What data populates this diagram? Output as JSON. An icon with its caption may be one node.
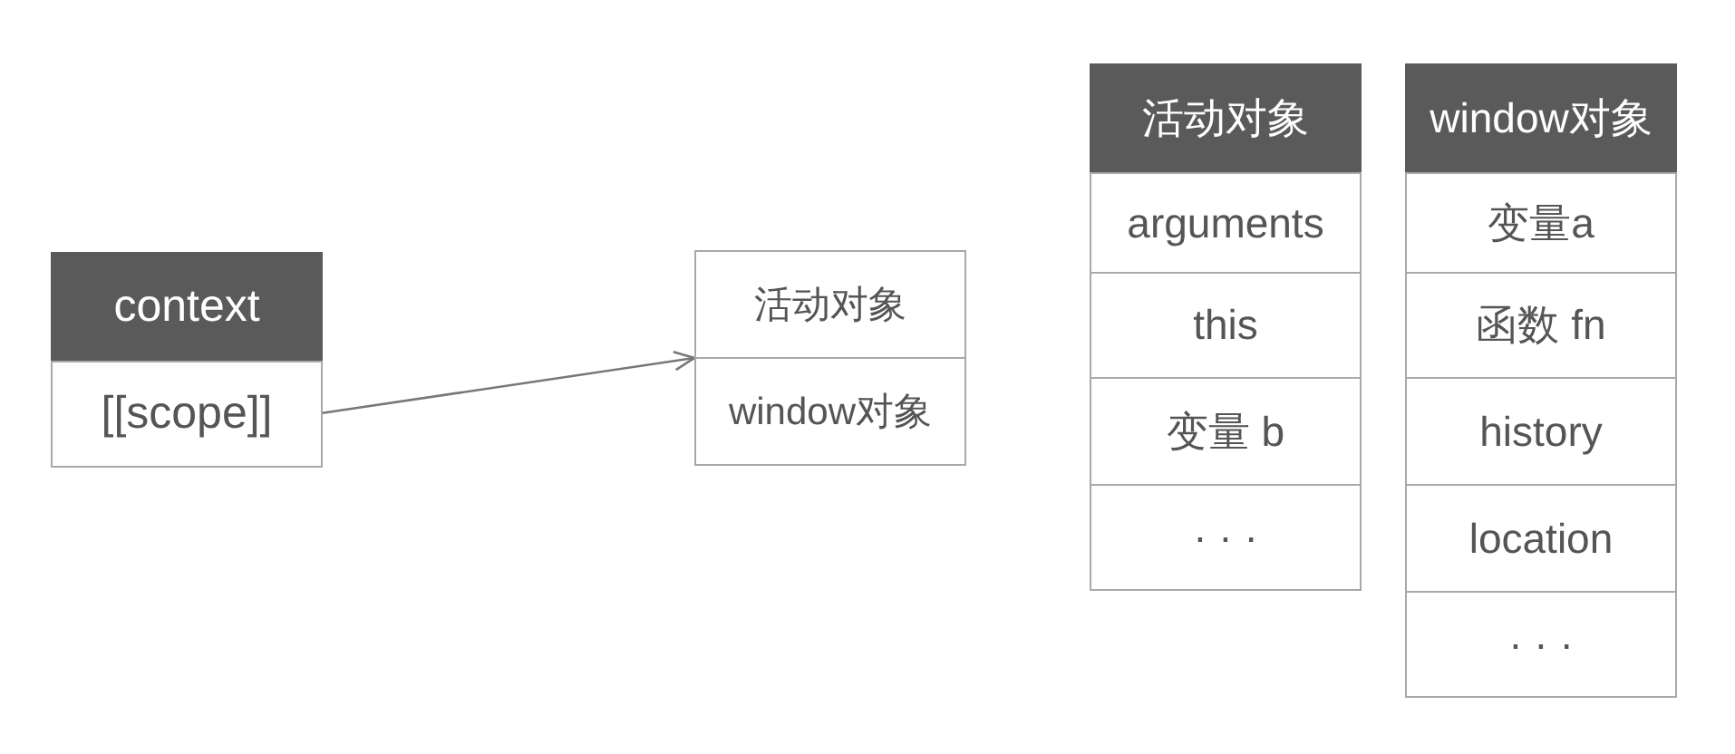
{
  "diagram": {
    "nodes": [
      {
        "text": [
          "context"
        ]
      },
      {
        "text": [
          "[[scope]]"
        ],
        "in": 0
      },
      {
        "text": [],
        "shape": "box"
      },
      {
        "text": [
          "活动对象"
        ],
        "in": 2
      },
      {
        "text": [
          "window对象"
        ],
        "in": 2
      },
      {
        "text": [
          "活动对象"
        ]
      },
      {
        "text": [
          "arguments"
        ],
        "in": 5
      },
      {
        "text": [
          "this"
        ],
        "in": 5
      },
      {
        "text": [
          "变量 b"
        ],
        "in": 5
      },
      {
        "text": [
          "· · ·"
        ],
        "in": 5
      },
      {
        "text": [
          "window对象"
        ]
      },
      {
        "text": [
          "变量a"
        ],
        "in": 10
      },
      {
        "text": [
          "函数 fn"
        ],
        "in": 10
      },
      {
        "text": [
          "history"
        ],
        "in": 10
      },
      {
        "text": [
          "location"
        ],
        "in": 10
      },
      {
        "text": [
          "· · ·"
        ],
        "in": 10
      }
    ],
    "edges": [
      {
        "from": 1,
        "to": 2,
        "arrow": "to"
      }
    ]
  }
}
